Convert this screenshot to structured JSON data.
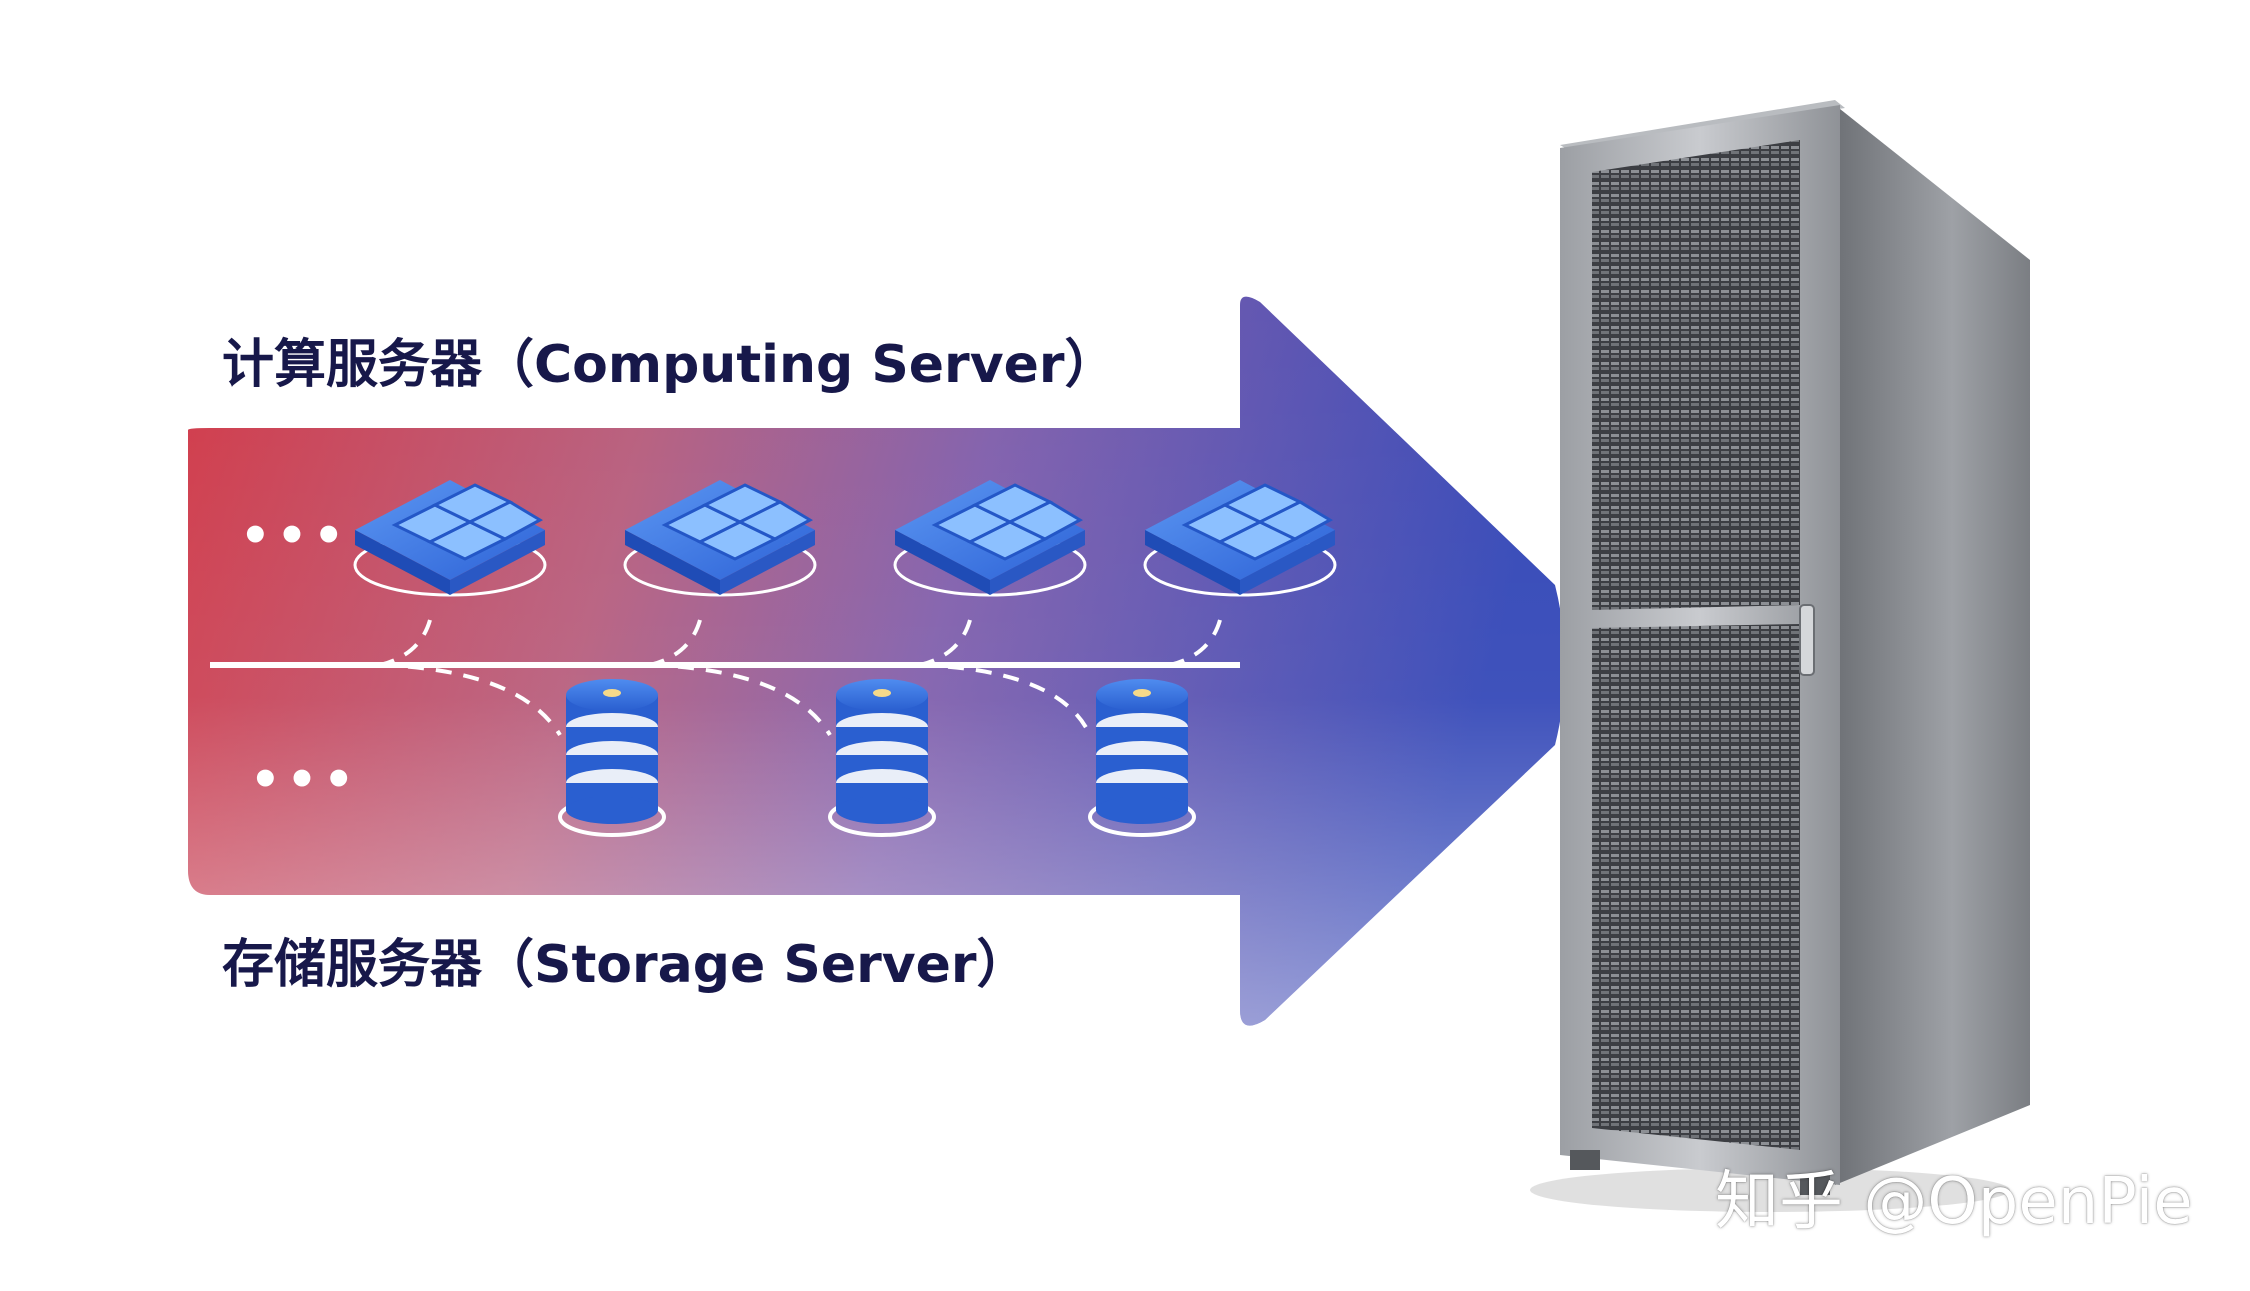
{
  "labels": {
    "computing": "计算服务器（Computing Server）",
    "storage": "存储服务器（Storage Server）"
  },
  "ellipsis_top": "•••",
  "ellipsis_bottom": "•••",
  "watermark": "知乎 @OpenPie",
  "nodes": {
    "computing_modules": 4,
    "storage_cylinders": 3
  },
  "colors": {
    "arrow_left": "#d0394a",
    "arrow_mid": "#8a5ea8",
    "arrow_right": "#3d4fc0",
    "module_blue": "#2f6bdc",
    "label_text": "#17184a"
  }
}
